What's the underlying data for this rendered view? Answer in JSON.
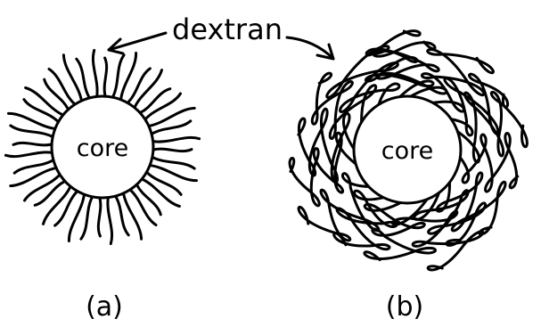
{
  "labels": {
    "dextran": "dextran",
    "core_a": "core",
    "core_b": "core",
    "panel_a": "(a)",
    "panel_b": "(b)"
  },
  "colors": {
    "ink": "#000000",
    "background": "#ffffff"
  }
}
